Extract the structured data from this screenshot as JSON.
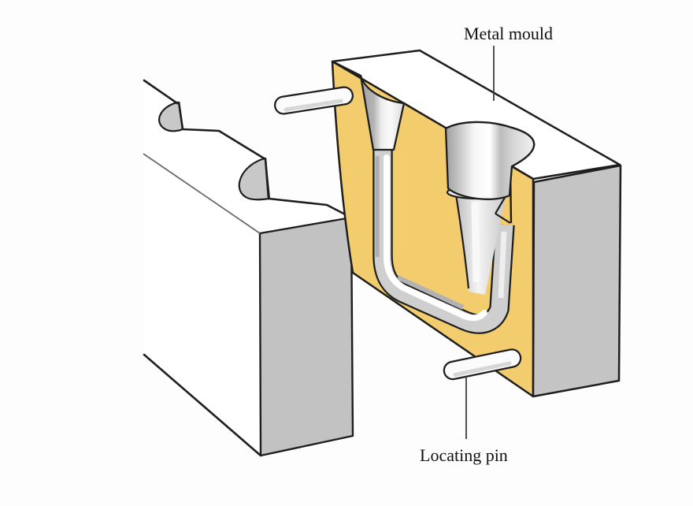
{
  "figure": {
    "type": "technical-illustration",
    "subject": "Two-part metal mould (die) with cavity, sprue, riser and locating pins",
    "labels": {
      "metal_mould": "Metal mould",
      "locating_pin": "Locating pin"
    },
    "annotations": [
      {
        "label": "Metal mould",
        "points_to": "right-mould-half-top-face"
      },
      {
        "label": "Locating pin",
        "points_to": "bottom-locating-pin"
      }
    ],
    "parts": [
      "left-mould-half",
      "right-mould-half",
      "pouring-cup-sprue-funnel",
      "riser-funnel",
      "runner-channel",
      "top-locating-pin",
      "bottom-locating-pin",
      "mating-half-cone-recesses"
    ],
    "colors": {
      "section_face_yellow": "#f3cc6d",
      "metal_grey": "#c4c4c4",
      "cavity_grey": "#c9c9c9",
      "outline": "#1e1e1e",
      "background": "#fdfdfd"
    }
  }
}
